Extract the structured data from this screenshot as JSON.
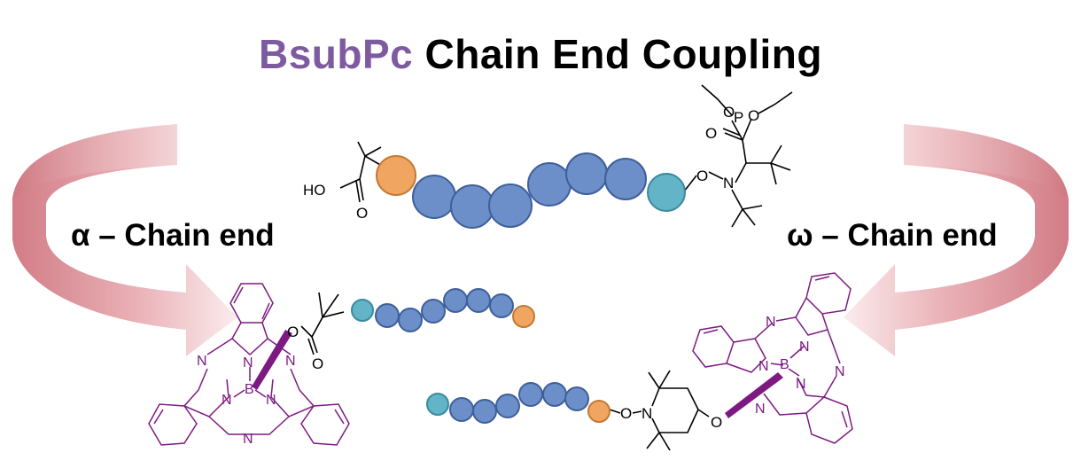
{
  "title": {
    "highlight": "BsubPc",
    "rest": "Chain End Coupling"
  },
  "labels": {
    "alpha": "α – Chain end",
    "omega": "ω – Chain end"
  },
  "atoms": {
    "hydroxyl": "HO",
    "oxygen": "O",
    "nitrogen": "N",
    "phosphorus": "P",
    "boron": "B"
  },
  "colors": {
    "title_accent": "#7e5aa0",
    "bsubpc": "#7d1a82",
    "bead_blue": "#6c8ec9",
    "bead_blue_stroke": "#3f5f9a",
    "bead_orange": "#f0a560",
    "bead_orange_stroke": "#c47a35",
    "bead_teal": "#63b4c7",
    "bead_teal_stroke": "#3a8aa0",
    "arrow": "#d98a90"
  }
}
